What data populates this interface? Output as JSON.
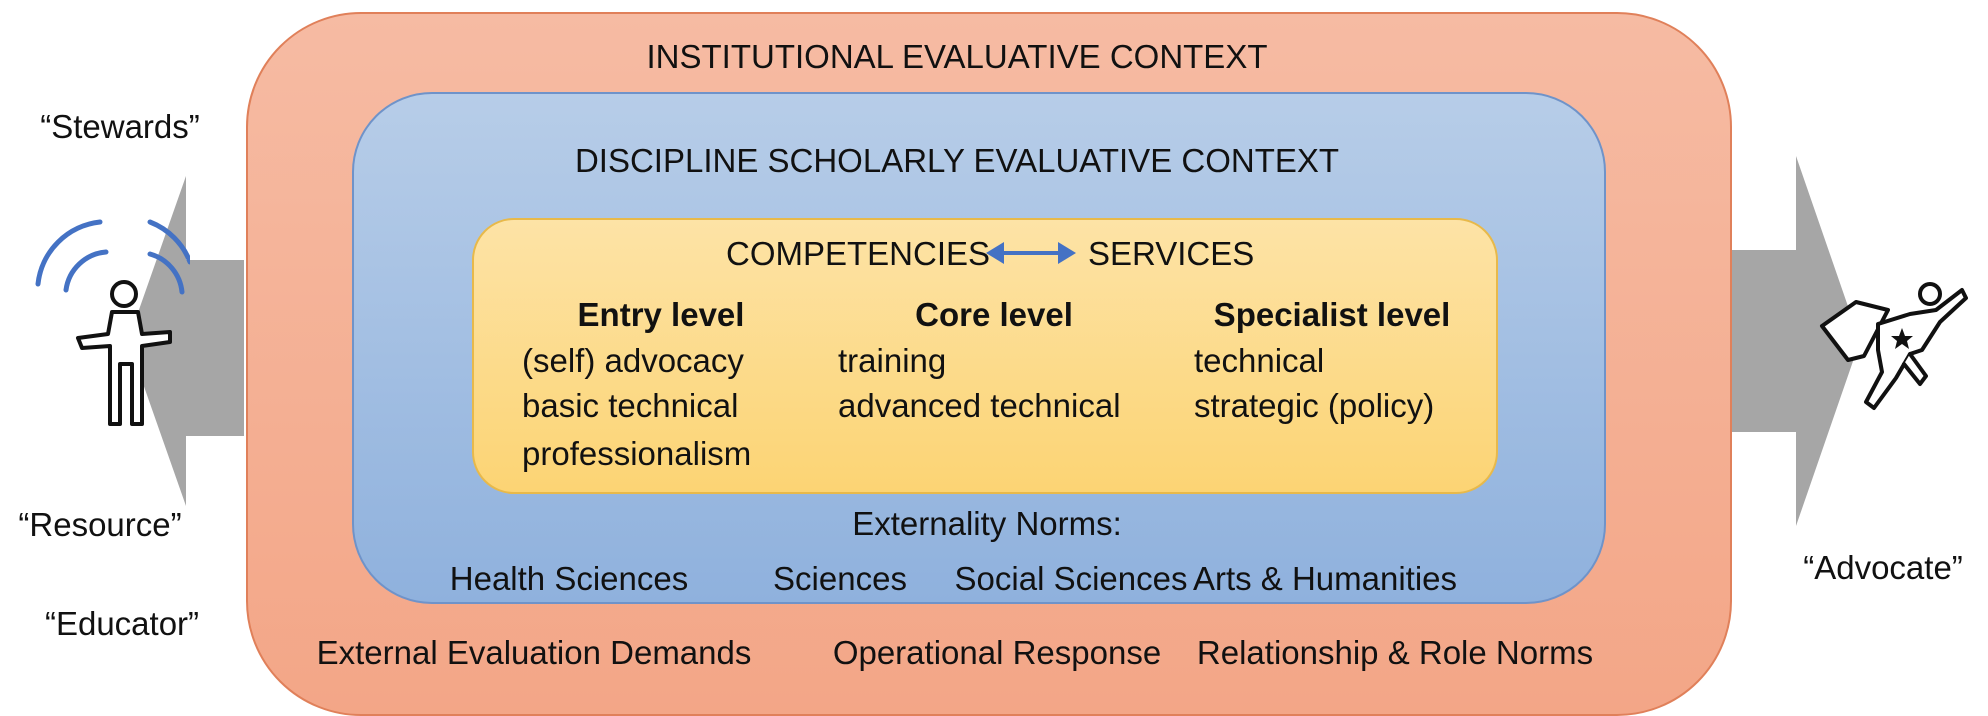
{
  "institutional": {
    "title": "INSTITUTIONAL EVALUATIVE CONTEXT",
    "items": [
      "External Evaluation Demands",
      "Operational Response",
      "Relationship & Role Norms"
    ]
  },
  "discipline": {
    "title": "DISCIPLINE SCHOLARLY EVALUATIVE CONTEXT",
    "norms_label": "Externality Norms:",
    "norms": [
      "Health Sciences",
      "Sciences",
      "Social Sciences",
      "Arts & Humanities"
    ]
  },
  "core": {
    "left_label": "COMPETENCIES",
    "right_label": "SERVICES",
    "levels": [
      {
        "title": "Entry level",
        "items": [
          "(self) advocacy",
          "basic technical",
          "professionalism"
        ]
      },
      {
        "title": "Core level",
        "items": [
          "training",
          "advanced technical"
        ]
      },
      {
        "title": "Specialist level",
        "items": [
          "technical",
          "strategic (policy)"
        ]
      }
    ]
  },
  "left_roles": [
    "“Stewards”",
    "“Resource”",
    "“Educator”"
  ],
  "right_role": "“Advocate”",
  "colors": {
    "outer": "#f4ae92",
    "middle": "#a6c1e4",
    "inner": "#fdd98a",
    "arrow": "#a6a6a6",
    "accent_blue": "#4472c4"
  },
  "icons": {
    "left": "person-broadcasting-icon",
    "right": "superhero-icon",
    "double_arrow": "double-arrow-icon"
  }
}
